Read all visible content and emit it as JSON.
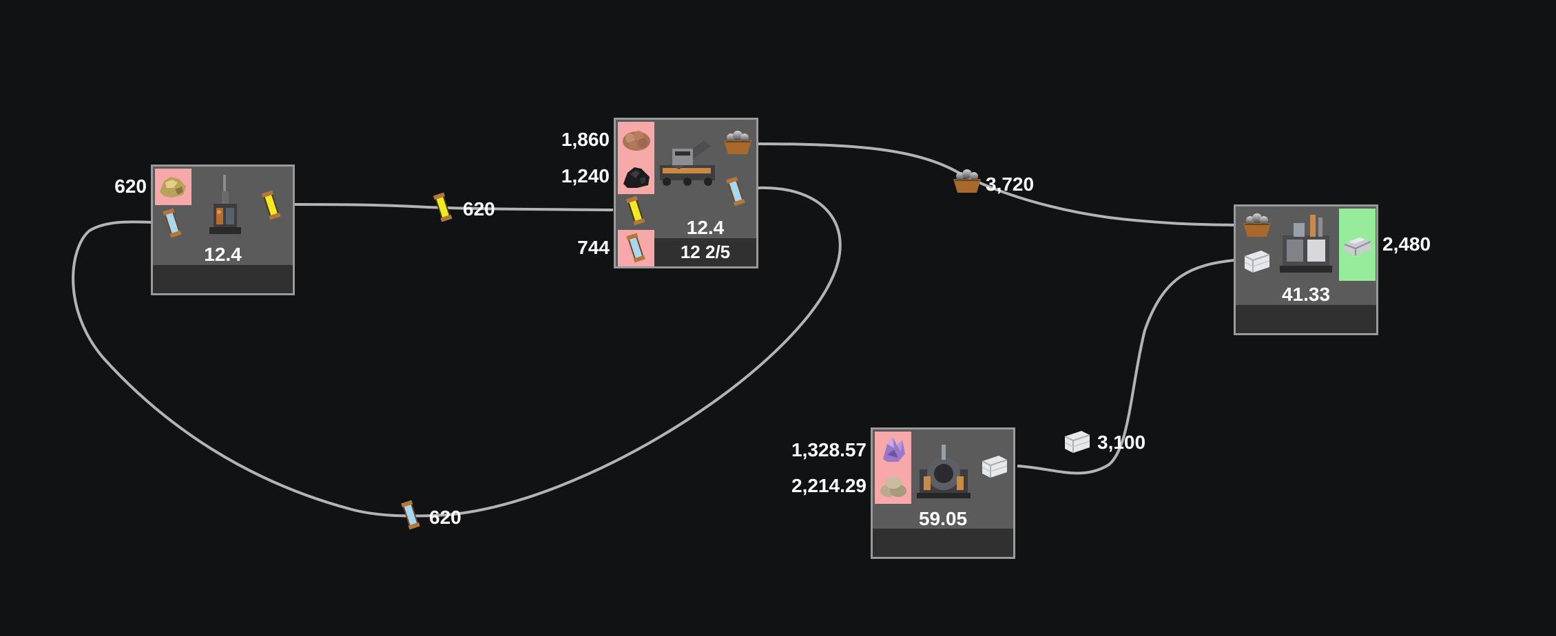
{
  "colors": {
    "background": "#111214",
    "node_fill": "#5b5b5b",
    "node_border": "#9a9a9a",
    "node_bar": "#303030",
    "input_slot": "#f7a8a8",
    "output_slot": "#96ec9a",
    "edge": "#b4b4b4",
    "text": "#ffffff"
  },
  "nodes": {
    "fuel_maker": {
      "rate": "12.4",
      "status": "",
      "icons": [
        "gold-ore-icon",
        "empty-canister-icon",
        "refinery-machine-icon",
        "yellow-fuel-canister-icon"
      ],
      "input_labels": [
        "620"
      ]
    },
    "crusher": {
      "rate": "12.4",
      "status": "12 2/5",
      "icons": [
        "copper-ore-icon",
        "coal-icon",
        "yellow-fuel-canister-icon",
        "empty-canister-icon",
        "crusher-machine-icon",
        "metal-ore-basket-icon",
        "empty-canister-icon"
      ],
      "input_labels": [
        "1,860",
        "1,240",
        "744"
      ]
    },
    "smelter": {
      "rate": "41.33",
      "status": "",
      "icons": [
        "metal-ore-basket-icon",
        "white-bricks-icon",
        "smelter-machine-icon",
        "steel-ingot-icon"
      ],
      "output_labels": [
        "2,480"
      ]
    },
    "mixer": {
      "rate": "59.05",
      "status": "",
      "icons": [
        "purple-crystal-icon",
        "sand-sacks-icon",
        "mixer-machine-icon",
        "white-bricks-icon"
      ],
      "input_labels": [
        "1,328.57",
        "2,214.29"
      ]
    }
  },
  "edges": [
    {
      "label": "620",
      "icon": "yellow-fuel-canister-icon"
    },
    {
      "label": "3,720",
      "icon": "metal-ore-basket-icon"
    },
    {
      "label": "3,100",
      "icon": "white-bricks-icon"
    },
    {
      "label": "620",
      "icon": "empty-canister-icon"
    }
  ]
}
